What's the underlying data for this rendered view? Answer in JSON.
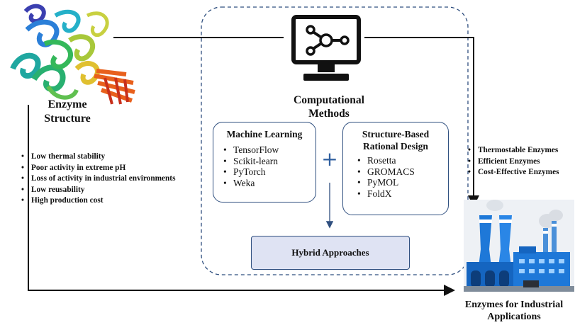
{
  "enzyme": {
    "title_line1": "Enzyme",
    "title_line2": "Structure",
    "problems": [
      "Low thermal stability",
      "Poor activity in extreme pH",
      "Loss of activity in industrial environments",
      "Low reusability",
      "High production cost"
    ]
  },
  "computational": {
    "title_line1": "Computational",
    "title_line2": "Methods"
  },
  "machine_learning": {
    "title": "Machine Learning",
    "tools": [
      "TensorFlow",
      "Scikit-learn",
      "PyTorch",
      "Weka"
    ]
  },
  "plus_symbol": "+",
  "structure_based": {
    "title_line1": "Structure-Based",
    "title_line2": "Rational Design",
    "tools": [
      "Rosetta",
      "GROMACS",
      "PyMOL",
      "FoldX"
    ]
  },
  "hybrid": {
    "label": "Hybrid Approaches"
  },
  "outcomes": [
    "Thermostable Enzymes",
    "Efficient Enzymes",
    "Cost-Effective Enzymes"
  ],
  "industrial": {
    "title_line1": "Enzymes for Industrial",
    "title_line2": "Applications"
  },
  "colors": {
    "arrow": "#111111",
    "dashed_border": "#2f4f7f",
    "box_border": "#2f4f7f",
    "hybrid_fill": "#dfe3f3",
    "plus": "#2f5f9f",
    "factory_blue": "#1e78d8"
  }
}
